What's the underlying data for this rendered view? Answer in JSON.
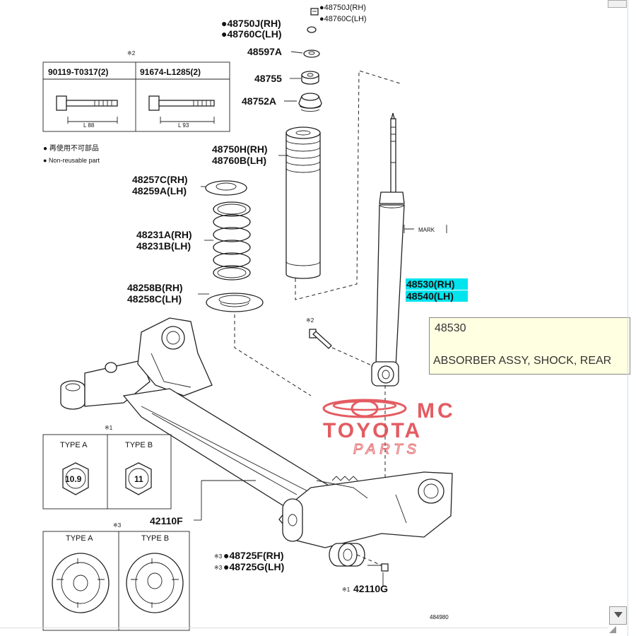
{
  "callouts": {
    "c48750j_top": "●48750J(RH)",
    "c48760c_top": "●48760C(LH)",
    "c48750j": "●48750J(RH)",
    "c48760c": "●48760C(LH)",
    "c48597a": "48597A",
    "c48755": "48755",
    "c48752a": "48752A",
    "c48750h": "48750H(RH)",
    "c48760b": "48760B(LH)",
    "c48257c": "48257C(RH)",
    "c48259a": "48259A(LH)",
    "c48231a": "48231A(RH)",
    "c48231b": "48231B(LH)",
    "c48258b": "48258B(RH)",
    "c48258c": "48258C(LH)",
    "c48530": "48530(RH)",
    "c48540": "48540(LH)",
    "c42110f": "42110F",
    "c48725f": "●48725F(RH)",
    "c48725g": "●48725G(LH)",
    "c42110g": "42110G",
    "mark": "MARK",
    "note2_top": "※2",
    "note2_bolt": "※2",
    "note1_type": "※1",
    "note3_type": "※3",
    "note1_g": "※1",
    "note3_f": "※3",
    "note3_g": "※3",
    "figure_id": "484980"
  },
  "bolt_table": {
    "col1": "90119-T0317(2)",
    "col2": "91674-L1285(2)",
    "len1": "L 88",
    "len2": "L 93"
  },
  "legend": {
    "reuse_jp": "● 再使用不可部品",
    "reuse_en": "● Non-reusable part"
  },
  "types_top": {
    "a_label": "TYPE A",
    "b_label": "TYPE B",
    "a_value": "10.9",
    "b_value": "11"
  },
  "types_bottom": {
    "a_label": "TYPE A",
    "b_label": "TYPE B"
  },
  "watermark": {
    "line1": "MC",
    "line2": "TOYOTA",
    "line3": "PARTS",
    "color": "#e0464d"
  },
  "tooltip": {
    "code": "48530",
    "description": "ABSORBER ASSY, SHOCK, REAR"
  },
  "colors": {
    "highlight": "#00e4ee",
    "tooltip_bg": "#ffffe1"
  }
}
